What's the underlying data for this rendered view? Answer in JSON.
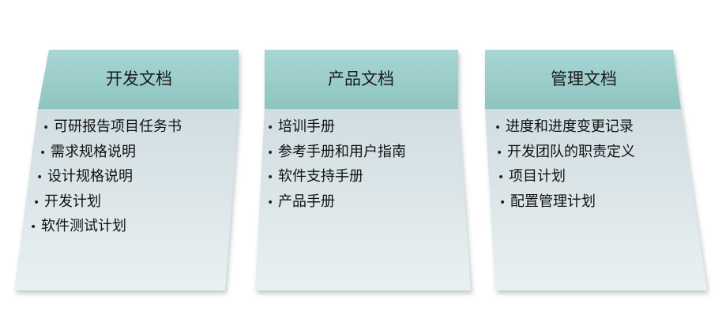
{
  "columns": [
    {
      "title": "开发文档",
      "items": [
        "可研报告项目任务书",
        "需求规格说明",
        "设计规格说明",
        "开发计划",
        "软件测试计划"
      ]
    },
    {
      "title": "产品文档",
      "items": [
        "培训手册",
        "参考手册和用户指南",
        "软件支持手册",
        "产品手册"
      ]
    },
    {
      "title": "管理文档",
      "items": [
        "进度和进度变更记录",
        "开发团队的职责定义",
        "项目计划",
        "配置管理计划"
      ]
    }
  ],
  "colors": {
    "header": "#9fcfcc",
    "header_dark": "#7fb8b5",
    "body": "#d4e0e3",
    "body_light": "#e6eef0"
  }
}
